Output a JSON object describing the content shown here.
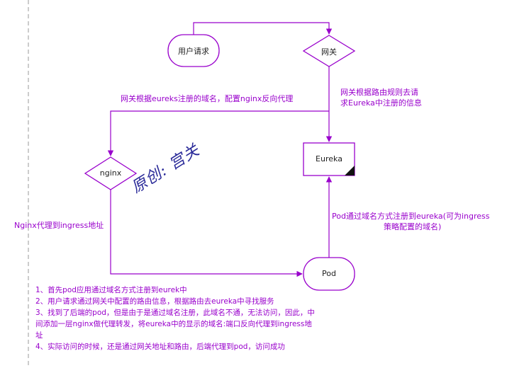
{
  "nodes": {
    "user_request": "用户请求",
    "gateway": "网关",
    "eureka": "Eureka",
    "nginx": "nginx",
    "pod": "Pod"
  },
  "edges": {
    "gateway_to_eureka": [
      "网关根据路由规则去请",
      "求Eureka中注册的信息"
    ],
    "gateway_to_nginx": "网关根据eureks注册的域名，配置nginx反向代理",
    "nginx_to_pod": "Nginx代理到ingress地址",
    "pod_to_eureka": [
      "Pod通过域名方式注册到eureka(可为ingress",
      "策略配置的域名)"
    ]
  },
  "watermark": "原创: 宫关",
  "notes": [
    "1、首先pod应用通过域名方式注册到eurek中",
    "2、用户请求通过网关中配置的路由信息，根据路由去eureka中寻找服务",
    "3、找到了后端的pod，但是由于是通过域名注册，此域名不通，无法访问，因此，中间添加一层nginx做代理转发，将eureka中的显示的域名:端口反向代理到ingress地址",
    "4、实际访问的时候，还是通过网关地址和路由，后端代理到pod，访问成功"
  ],
  "colors": {
    "stroke": "#9900cc",
    "text": "#9900cc",
    "node_text": "#222222",
    "watermark": "#2a2a99"
  }
}
